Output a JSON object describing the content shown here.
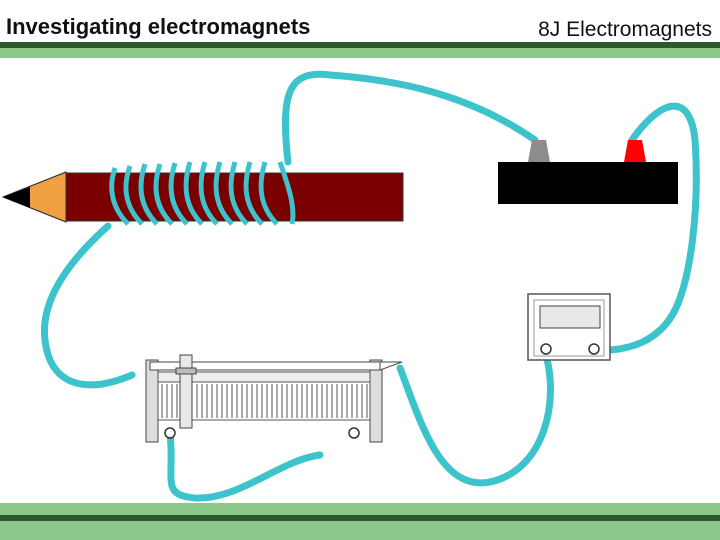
{
  "header": {
    "title": "Investigating electromagnets",
    "unit": "8J Electromagnets"
  },
  "colors": {
    "wire": "#3cc3cc",
    "nail": "#7a0000",
    "pencil_wood": "#f0a040",
    "power_supply": "#000000",
    "terminal_negative": "#8c8c8c",
    "terminal_positive": "#ff0000",
    "header_dark": "#2d5a2d",
    "header_light": "#8dc88a"
  },
  "components": {
    "electromagnet": "nail-with-coil",
    "power_supply": "power-supply",
    "ammeter": "ammeter",
    "variable_resistor": "rheostat"
  }
}
